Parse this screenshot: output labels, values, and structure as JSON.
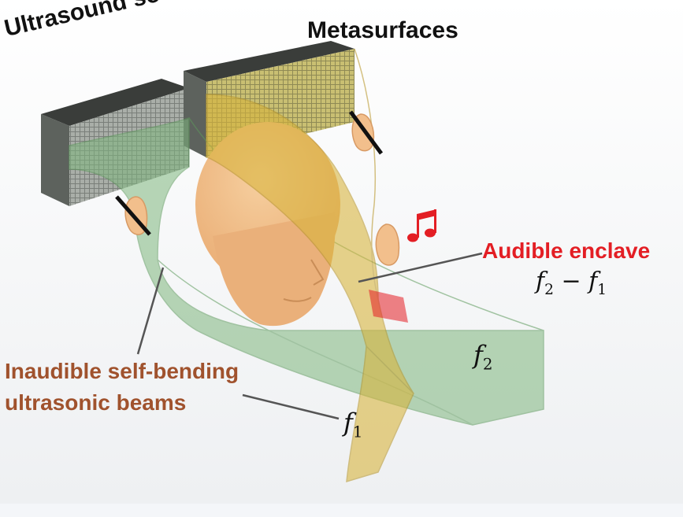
{
  "labels": {
    "ultrasound_sources": "Ultrasound sources",
    "metasurfaces": "Metasurfaces",
    "audible_enclave": "Audible enclave",
    "inaudible_line1": "Inaudible self-bending",
    "inaudible_line2": "ultrasonic beams"
  },
  "math": {
    "diff_f2": "f",
    "diff_f2_sub": "2",
    "diff_op": " − ",
    "diff_f1": "f",
    "diff_f1_sub": "1",
    "beam2": "f",
    "beam2_sub": "2",
    "beam1": "f",
    "beam1_sub": "1"
  },
  "colors": {
    "green_beam": "#7fb77e",
    "yellow_beam": "#d8b43a",
    "enclave": "#e31e24",
    "inaudible_text": "#a0522d",
    "skin": "#f2bf8c"
  },
  "icons": [
    "music-note-icon"
  ]
}
